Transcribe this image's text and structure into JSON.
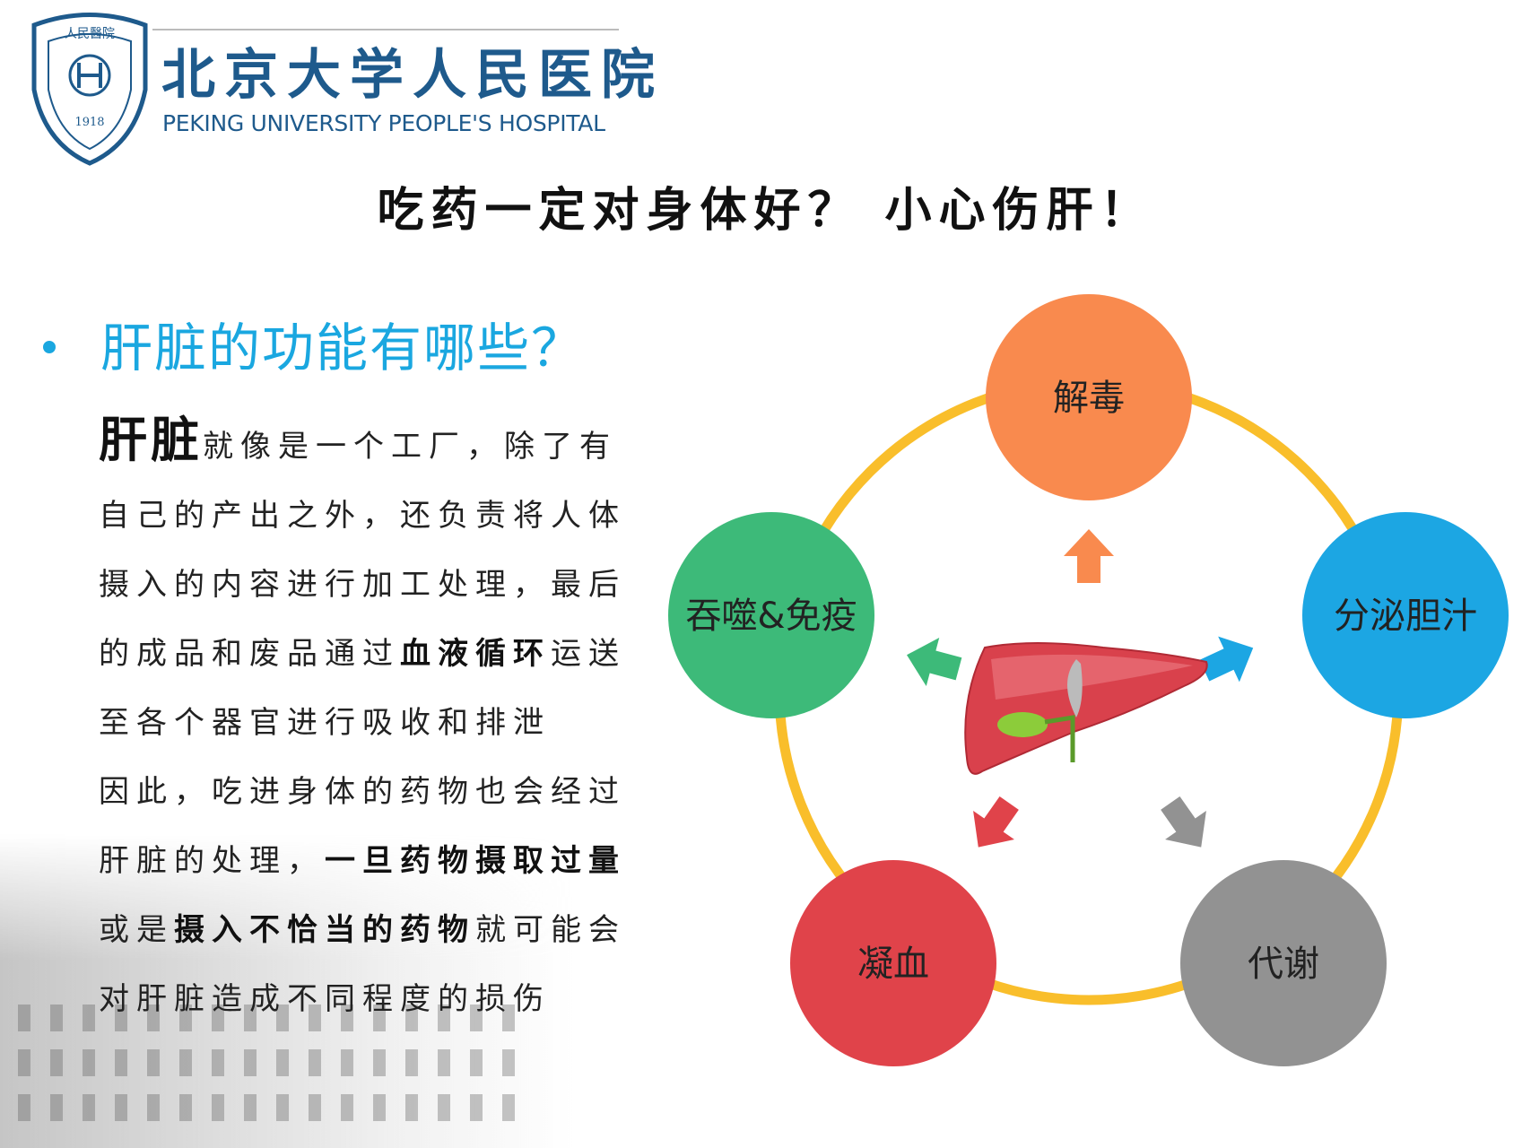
{
  "logo": {
    "seal_text": "人民醫院",
    "seal_year": "1918",
    "name_cn": "北京大学人民医院",
    "name_en": "PEKING UNIVERSITY PEOPLE'S HOSPITAL"
  },
  "title": "吃药一定对身体好？ 小心伤肝！",
  "section": {
    "heading": "肝脏的功能有哪些？",
    "lines": [
      [
        {
          "t": "肝脏",
          "b": "big"
        },
        {
          "t": "就像是一个工厂，除了有"
        }
      ],
      [
        {
          "t": "自己的产出之外，还负责将人体"
        }
      ],
      [
        {
          "t": "摄入的内容进行加工处理，最后"
        }
      ],
      [
        {
          "t": "的成品和废品通过"
        },
        {
          "t": "血液循环",
          "b": "bold"
        },
        {
          "t": "运送"
        }
      ],
      [
        {
          "t": "至各个器官进行吸收和排泄"
        }
      ],
      [
        {
          "t": "因此，吃进身体的药物也会经过"
        }
      ],
      [
        {
          "t": "肝脏的处理，"
        },
        {
          "t": "一旦药物摄取过量",
          "b": "bold"
        }
      ],
      [
        {
          "t": "或是"
        },
        {
          "t": "摄入不恰当的药物",
          "b": "bold"
        },
        {
          "t": "就可能会"
        }
      ],
      [
        {
          "t": "对肝脏造成不同程度的损伤"
        }
      ]
    ]
  },
  "diagram": {
    "ring_color": "#f9be2b",
    "center_icon": "liver-icon",
    "functions": [
      {
        "label": "解毒",
        "color": "#f98a4e",
        "arrow_color": "#f98a4e"
      },
      {
        "label": "分泌胆汁",
        "color": "#1ca6e3",
        "arrow_color": "#1ca6e3"
      },
      {
        "label": "代谢",
        "color": "#929292",
        "arrow_color": "#929292"
      },
      {
        "label": "凝血",
        "color": "#e0434a",
        "arrow_color": "#e0434a"
      },
      {
        "label": "吞噬&免疫",
        "color": "#3dba79",
        "arrow_color": "#3dba79"
      }
    ]
  }
}
